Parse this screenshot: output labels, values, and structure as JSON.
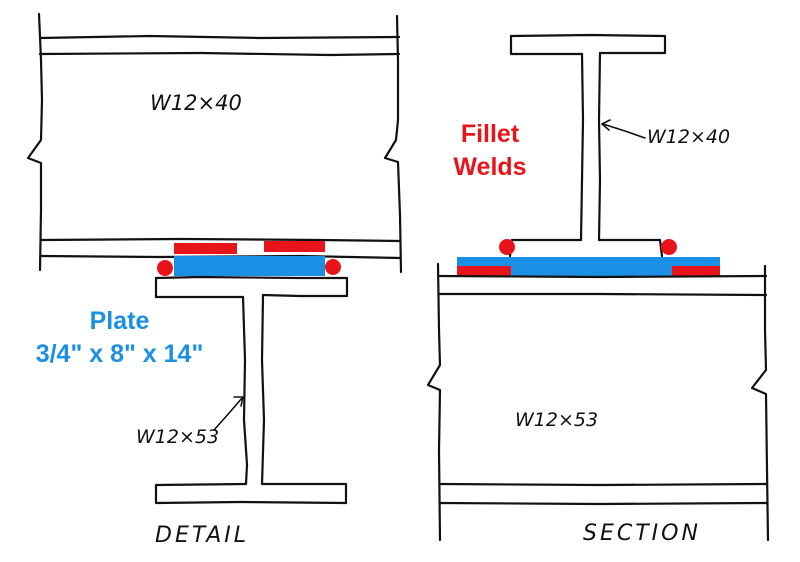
{
  "colors": {
    "ink": "#111111",
    "plate": "#1a8fe3",
    "weld": "#e8141c",
    "background": "#ffffff"
  },
  "labels": {
    "detail_upper_beam": "W12×40",
    "detail_lower_column": "W12×53",
    "section_upper_beam": "W12×40",
    "section_lower_beam": "W12×53",
    "detail_caption": "DETAIL",
    "section_caption": "SECTION"
  },
  "callouts": {
    "welds_line1": "Fillet",
    "welds_line2": "Welds",
    "plate_line1": "Plate",
    "plate_line2": "3/4\" x 8\" x 14\""
  }
}
